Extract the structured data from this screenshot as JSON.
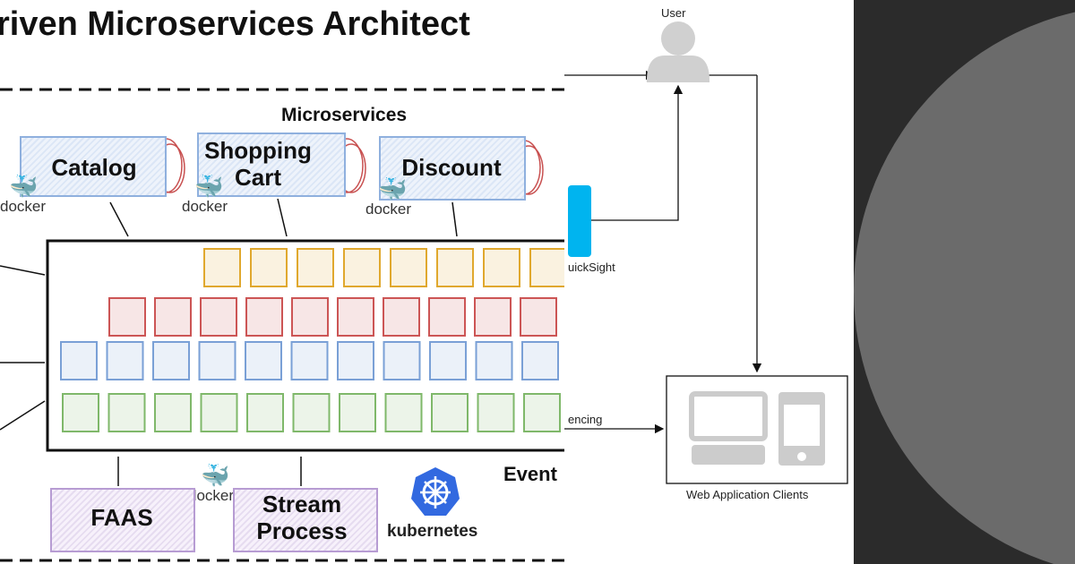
{
  "left_panel": {
    "title": "riven Microservices Architect",
    "section_label": "Microservices",
    "services": [
      {
        "label": "Catalog"
      },
      {
        "label": "Shopping Cart"
      },
      {
        "label": "Discount"
      }
    ],
    "docker_label": "docker",
    "event_label": "Event",
    "bottom_services": [
      {
        "label": "FAAS"
      },
      {
        "label": "Stream Process"
      }
    ],
    "kubernetes_label": "kubernetes",
    "row_colors": [
      "#e0a82e",
      "#cc5555",
      "#7aa0d6",
      "#7fb86a"
    ]
  },
  "middle_panel": {
    "user_label": "User",
    "quicksight_label": "uickSight",
    "sequencing_label": "encing",
    "clients_label": "Web Application Clients",
    "quicksight_color": "#00b4ef"
  },
  "right_panel": {
    "background": "#2b2b2b",
    "circle_color": "#6b6b6b"
  }
}
